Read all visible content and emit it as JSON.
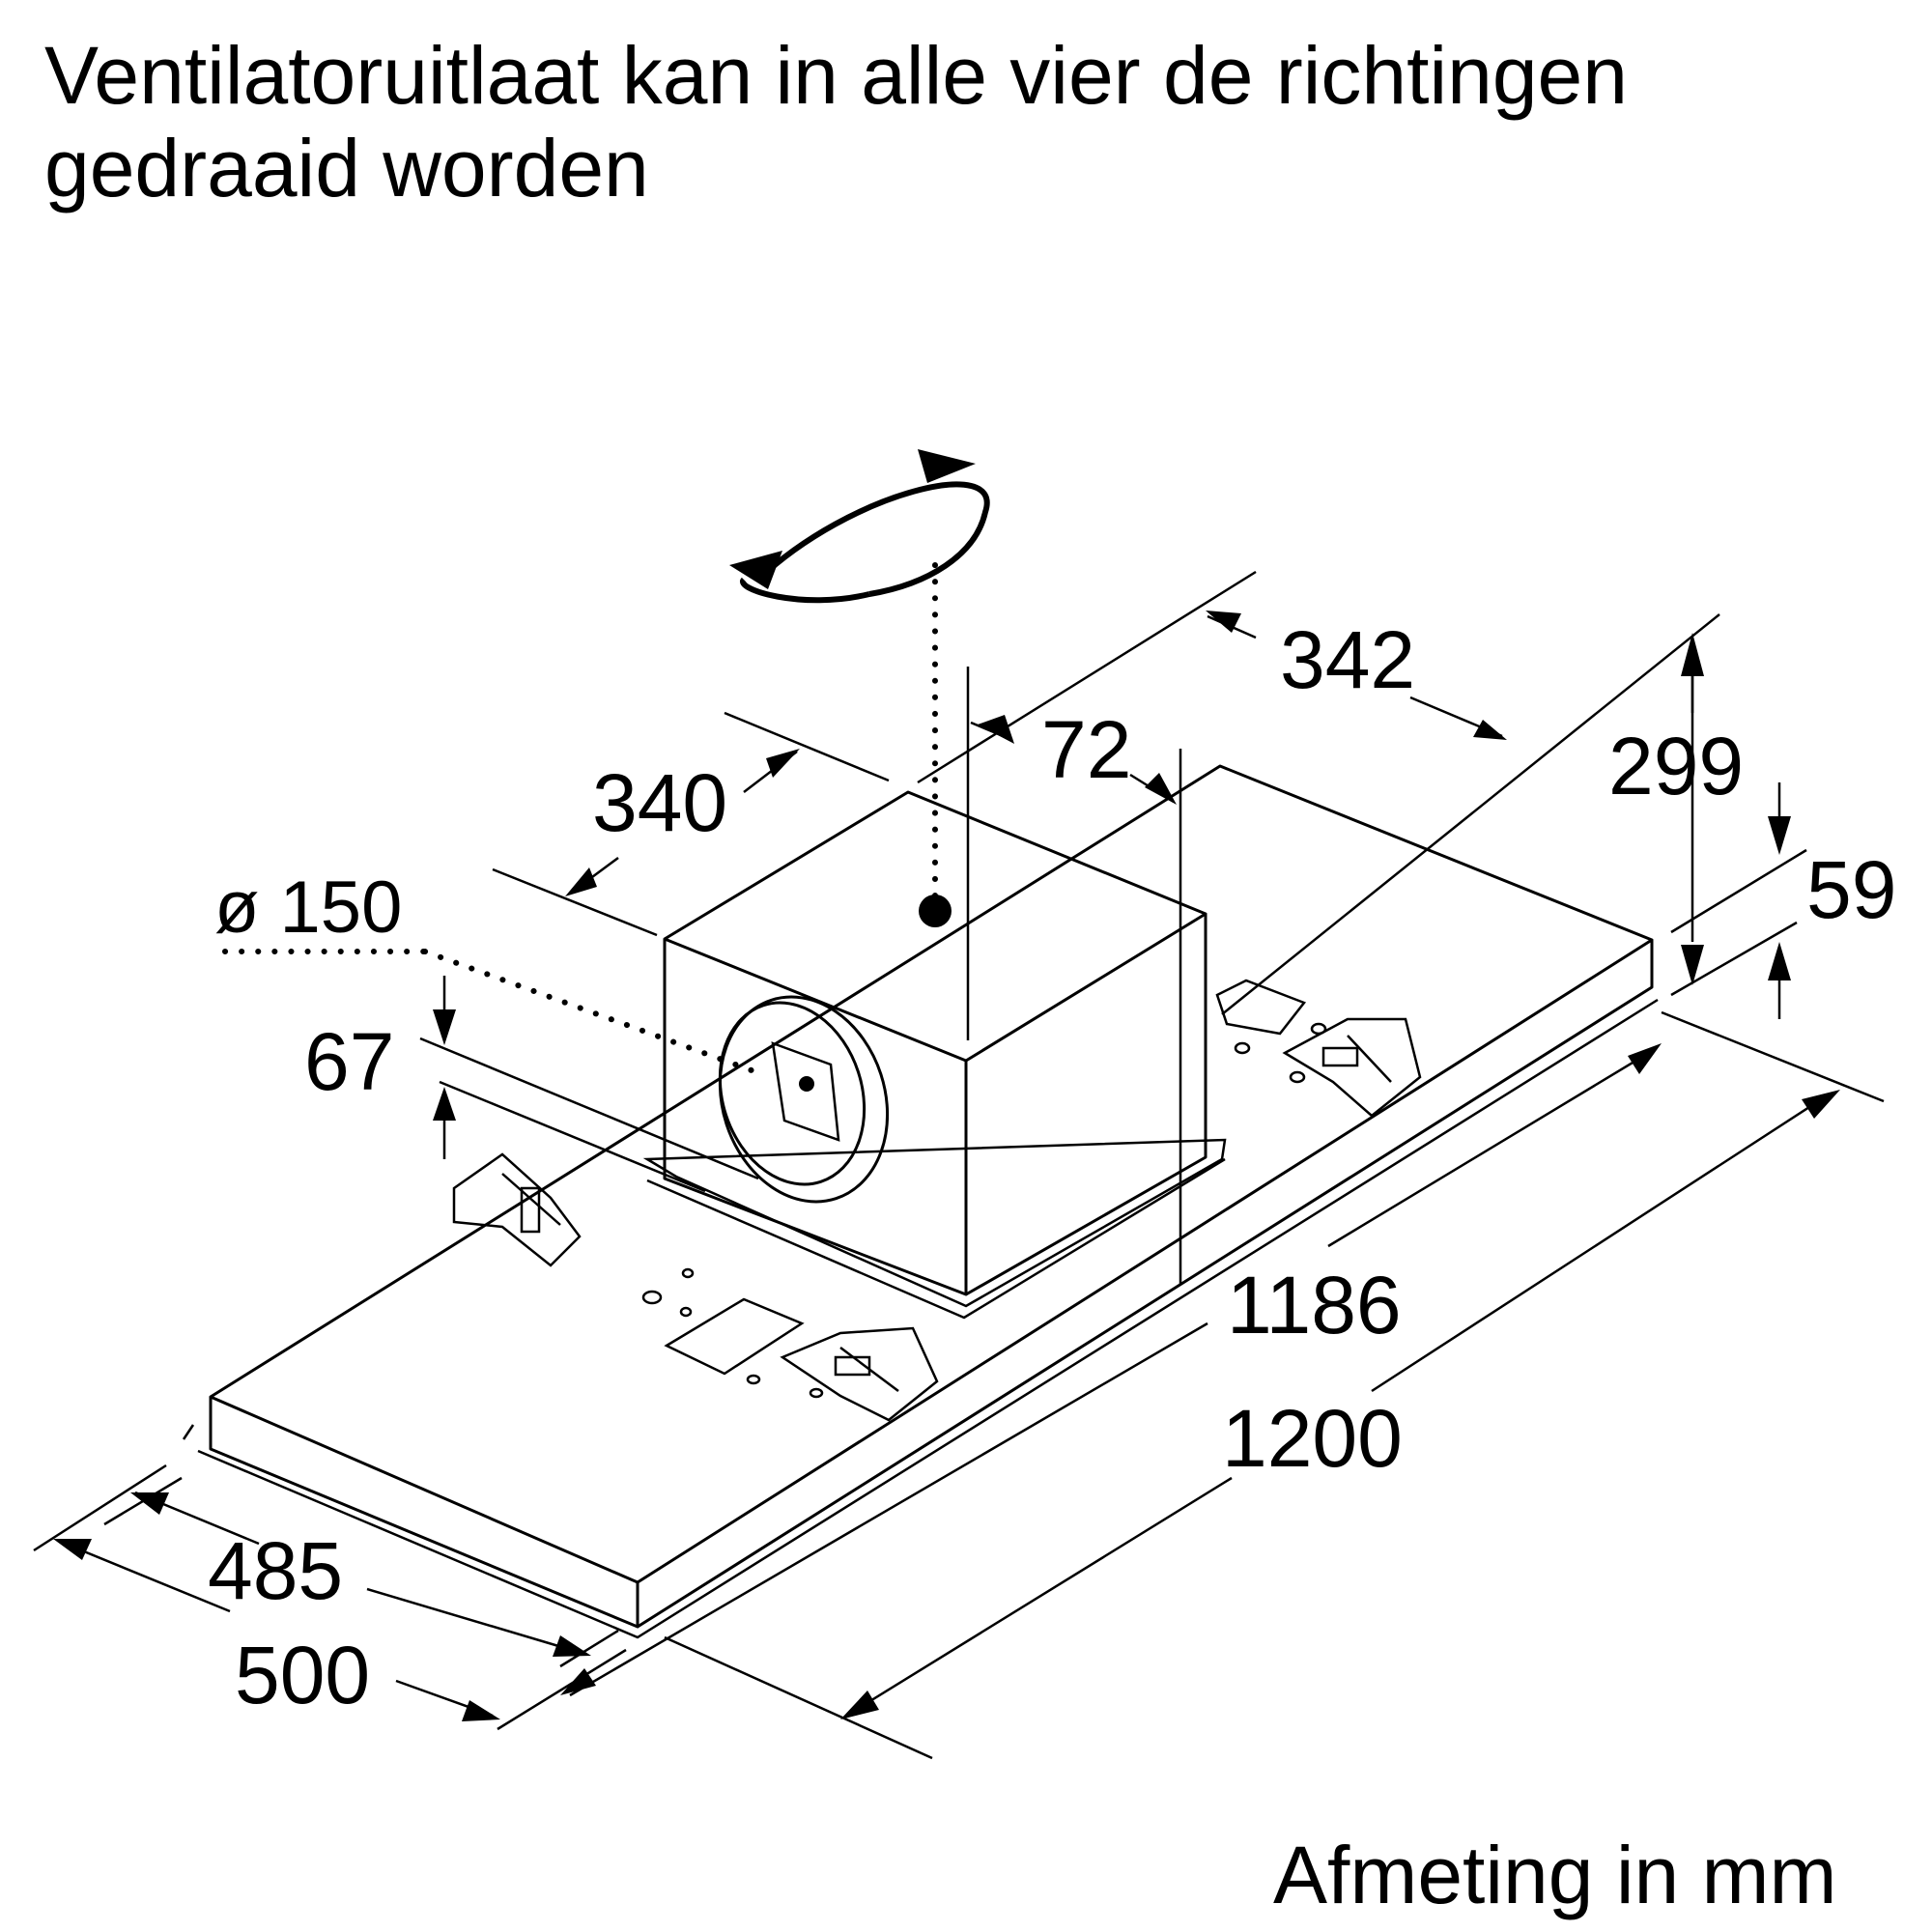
{
  "caption": {
    "line1": "Ventilatoruitlaat kan in alle vier de richtingen",
    "line2": "gedraaid worden"
  },
  "dimensions": {
    "d342": "342",
    "d72": "72",
    "d340": "340",
    "d299": "299",
    "d59": "59",
    "d150": "ø 150",
    "d67": "67",
    "d1186": "1186",
    "d1200": "1200",
    "d485": "485",
    "d500": "500"
  },
  "footer": {
    "unit_note": "Afmeting in mm"
  },
  "icons": [
    "rotation-arrow-icon"
  ]
}
